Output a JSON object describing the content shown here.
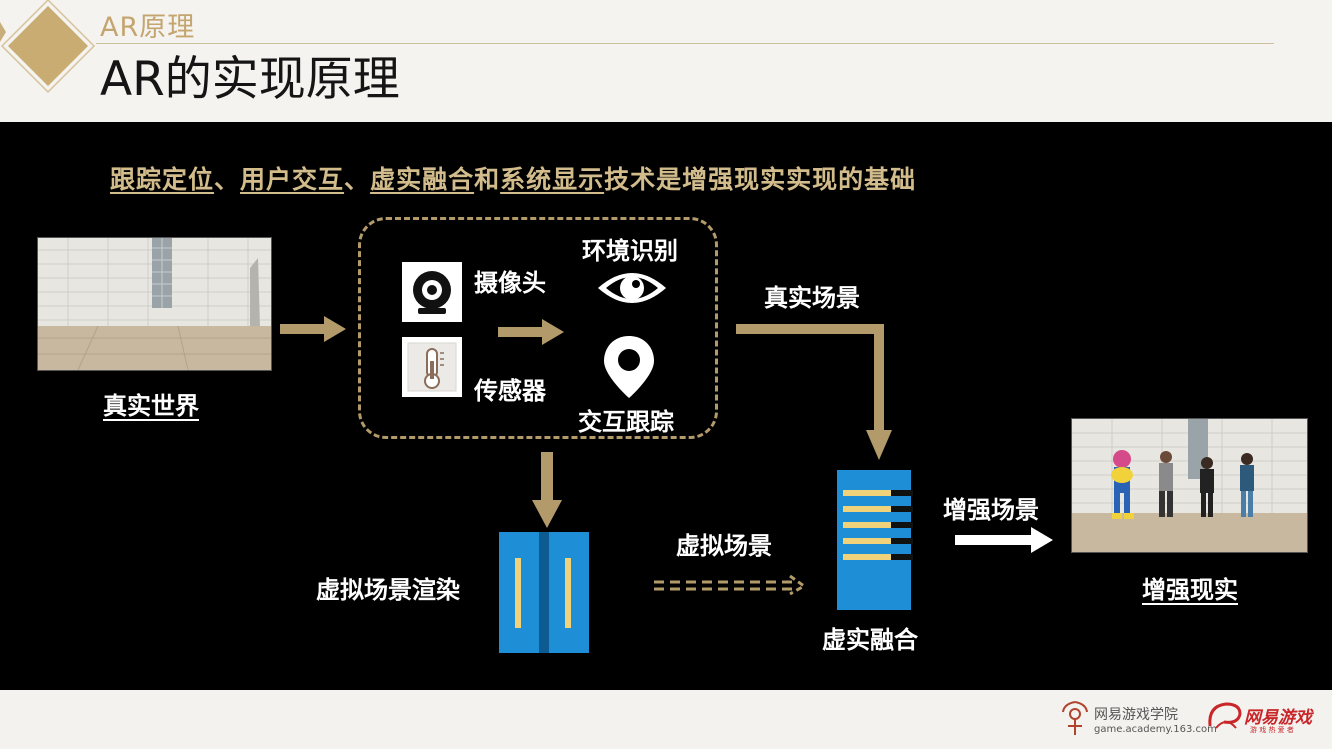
{
  "header": {
    "kicker": "AR原理",
    "title": "AR的实现原理"
  },
  "tagline": {
    "parts": [
      {
        "text": "跟踪定位",
        "underline": true
      },
      {
        "text": "、",
        "underline": false
      },
      {
        "text": "用户交互",
        "underline": true
      },
      {
        "text": "、",
        "underline": false
      },
      {
        "text": "虚实融合",
        "underline": true
      },
      {
        "text": "和",
        "underline": false
      },
      {
        "text": "系统显示",
        "underline": true
      },
      {
        "text": "技术是增强现实实现的基础",
        "underline": false
      }
    ]
  },
  "diagram": {
    "real_world": "真实世界",
    "camera": "摄像头",
    "sensor": "传感器",
    "env_recognition": "环境识别",
    "interaction_tracking": "交互跟踪",
    "real_scene": "真实场景",
    "virtual_render": "虚拟场景渲染",
    "virtual_scene": "虚拟场景",
    "fusion": "虚实融合",
    "augmented_scene": "增强场景",
    "augmented_reality": "增强现实"
  },
  "footer": {
    "academy_name": "网易游戏学院",
    "academy_url": "game.academy.163.com",
    "brand": "网易游戏",
    "brand_sub": "游 戏 热 爱 者"
  },
  "colors": {
    "gold": "#b39a6a",
    "panel": "#000000",
    "blue": "#1e8fd6",
    "stripe": "#f0d27a"
  }
}
